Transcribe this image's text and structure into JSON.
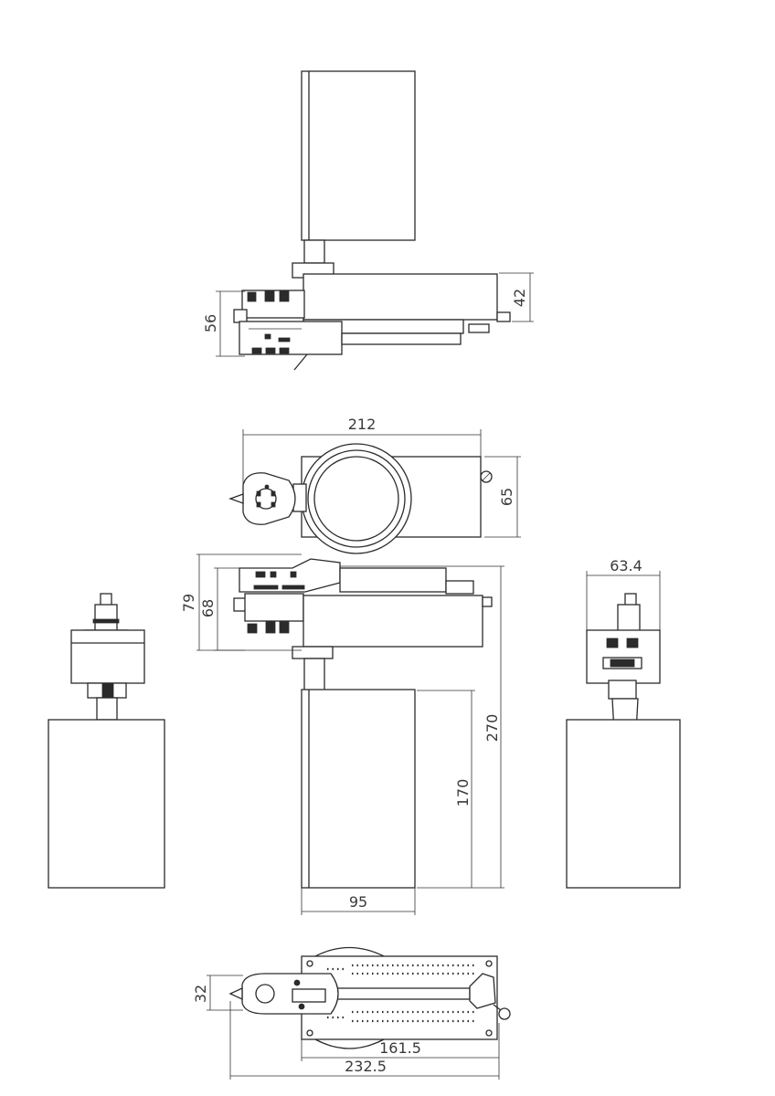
{
  "dimensions": {
    "side_top_height_left": "56",
    "side_top_height_right": "42",
    "plan_width": "212",
    "plan_depth": "65",
    "front_track_height_outer": "79",
    "front_track_height_inner": "68",
    "front_total_height": "270",
    "front_body_height": "170",
    "front_body_width": "95",
    "right_view_width": "63.4",
    "bottom_adapter_height": "32",
    "bottom_body_length": "161.5",
    "bottom_total_length": "232.5"
  },
  "colors": {
    "line": "#2b2b2b",
    "background": "#ffffff"
  }
}
